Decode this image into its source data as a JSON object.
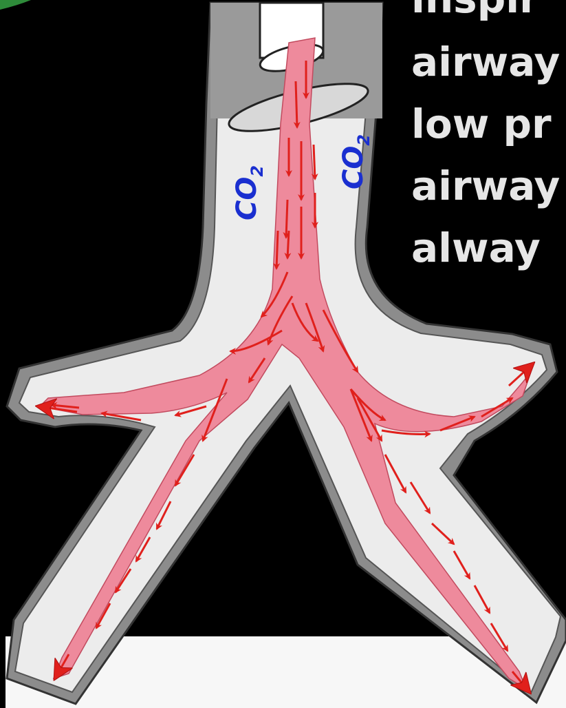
{
  "text_lines": [
    "inspir",
    "airway",
    "low pr",
    "airway",
    "alway"
  ],
  "co2_labels": [
    {
      "main": "CO",
      "sub": "2"
    },
    {
      "main": "CO",
      "sub": "2"
    }
  ],
  "colors": {
    "background": "#000000",
    "airway_wall": "#8c8c8c",
    "airway_lumen": "#f0f0f0",
    "flow": "#ee8a9c",
    "arrow": "#e0201c",
    "co2_text": "#1a2fd0",
    "slide_text": "#e6e6e6",
    "corner_accent": "#2e8b3a"
  }
}
